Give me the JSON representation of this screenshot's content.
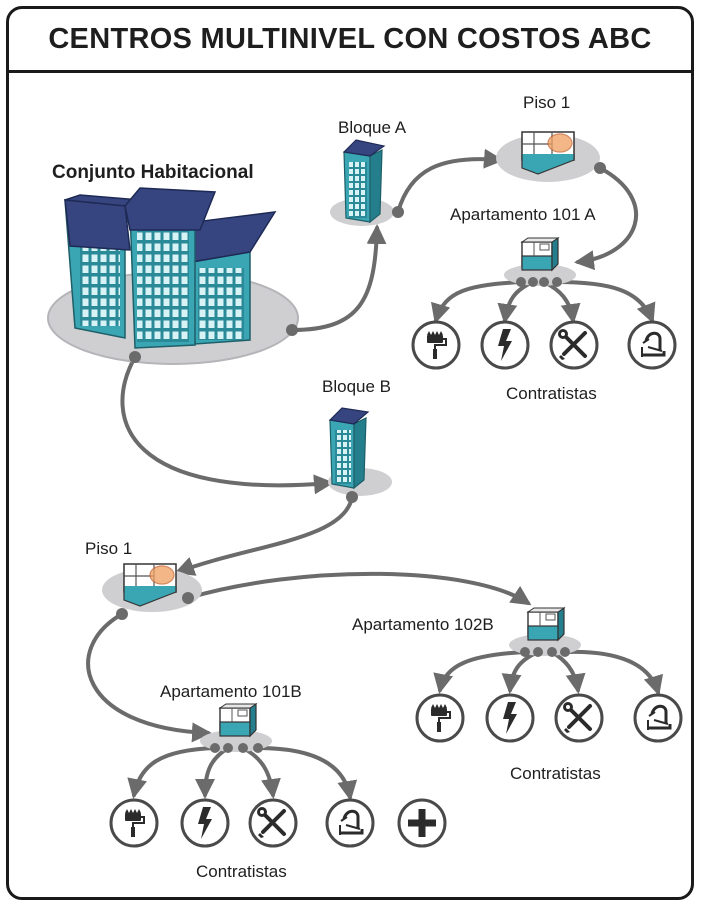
{
  "title": "CENTROS MULTINIVEL CON COSTOS ABC",
  "labels": {
    "complex": "Conjunto Habitacional",
    "block_a": "Bloque A",
    "block_b": "Bloque B",
    "floor_a": "Piso 1",
    "floor_b": "Piso 1",
    "apt_101a": "Apartamento 101 A",
    "apt_101b": "Apartamento 101B",
    "apt_102b": "Apartamento 102B",
    "contractors_a": "Contratistas",
    "contractors_101b": "Contratistas",
    "contractors_102b": "Contratistas"
  },
  "contractor_icons": [
    "paint-roller-icon",
    "lightning-icon",
    "wrench-screwdriver-icon",
    "plumbing-icon"
  ],
  "add_icon": "plus-icon",
  "colors": {
    "building_wall": "#3aa6b4",
    "building_side": "#247e8c",
    "building_roof": "#36457f",
    "window": "#d8f3f6",
    "shadow": "#cfcfd2",
    "connector": "#6b6b6b",
    "highlight": "#f0a060"
  }
}
